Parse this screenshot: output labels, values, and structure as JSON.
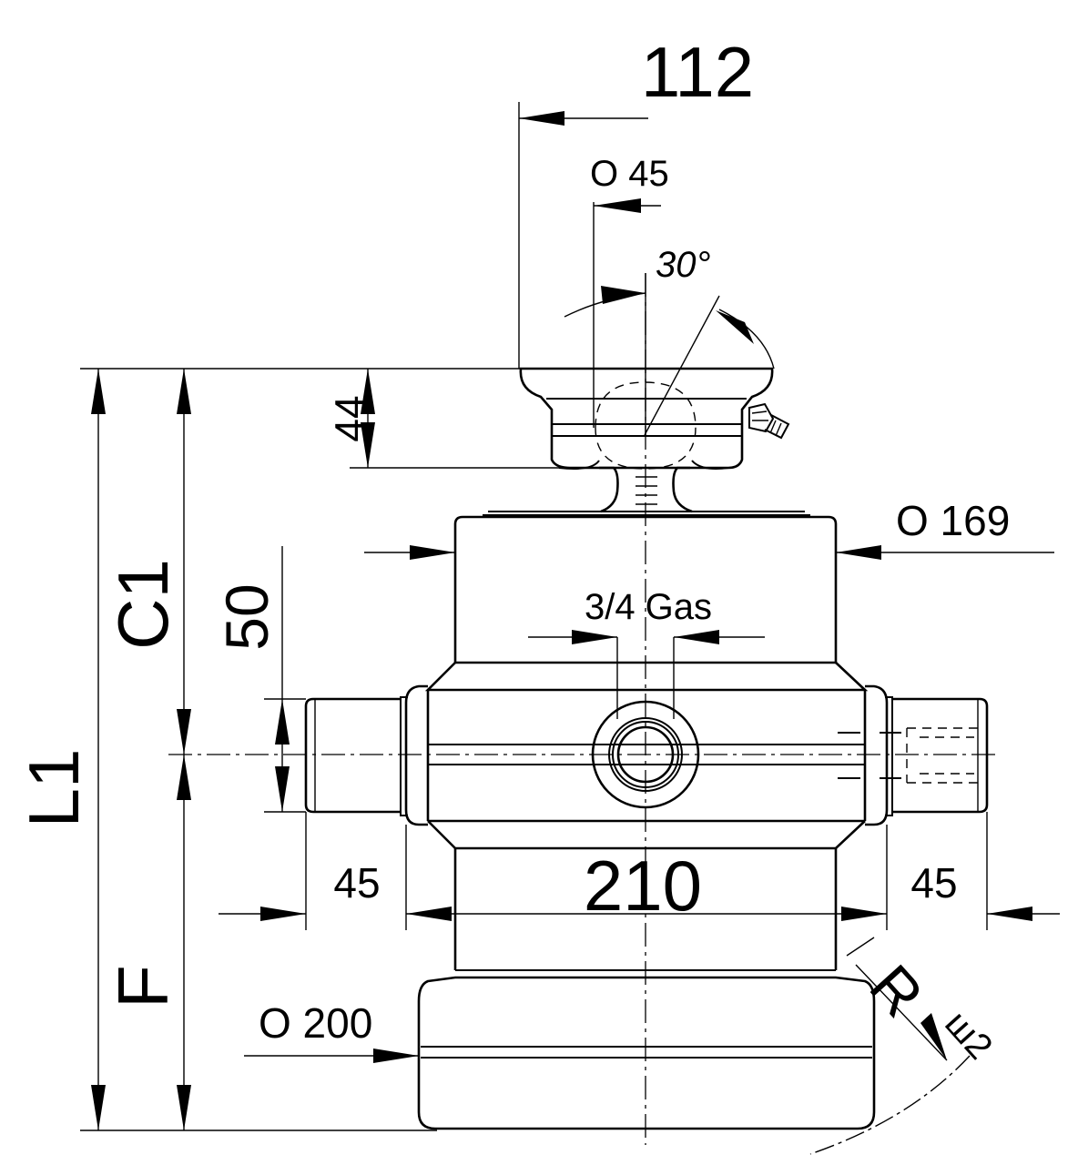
{
  "dimensions": {
    "offset_112": "112",
    "pin_diameter": "O 45",
    "swivel_angle": "30°",
    "head_height": "44",
    "barrel_diameter": "O 169",
    "trunnion_height": "50",
    "port_thread": "3/4 Gas",
    "trunnion_span": "210",
    "trunnion_left": "45",
    "trunnion_right": "45",
    "base_diameter": "O 200",
    "radius_label": "R",
    "radius_sub": "ш2",
    "stroke_c1": "C1",
    "total_l1": "L1",
    "base_f": "F"
  }
}
